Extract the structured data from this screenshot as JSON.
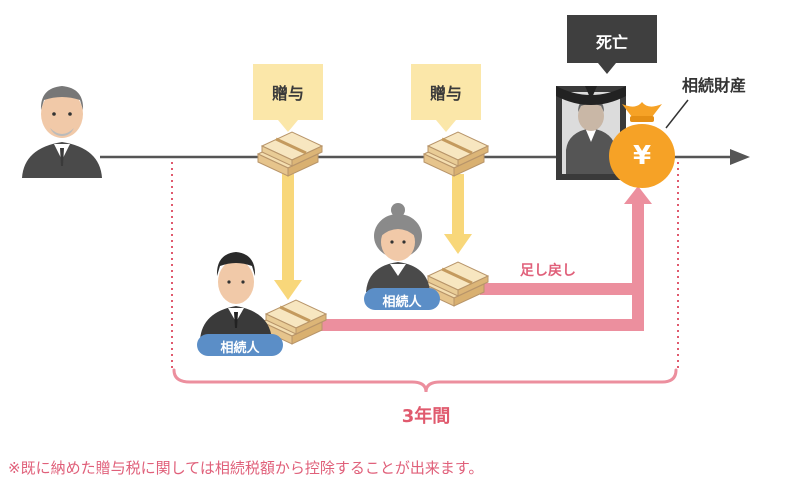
{
  "labels": {
    "gift_1": "贈与",
    "gift_2": "贈与",
    "death": "死亡",
    "inheritance_property": "相続財産",
    "add_back": "足し戻し",
    "heir_1": "相続人",
    "heir_2": "相続人",
    "period": "3年間",
    "yen_symbol": "¥"
  },
  "footnote": "※既に納めた贈与税に関しては相続税額から控除することが出来ます。",
  "colors": {
    "gift_box": "#fbe7a9",
    "death_box": "#3f3f3f",
    "money_bag": "#f6a226",
    "arrow_pink": "#ec8f9e",
    "arrow_yellow": "#f8d77a",
    "badge_blue": "#5b8ec7",
    "period_text": "#e05a6e",
    "timeline": "#555555"
  },
  "icons": [
    "elderly-man-icon",
    "money-bundle-icon",
    "heir-man-icon",
    "heir-woman-icon",
    "memorial-portrait-icon",
    "money-bag-icon"
  ]
}
